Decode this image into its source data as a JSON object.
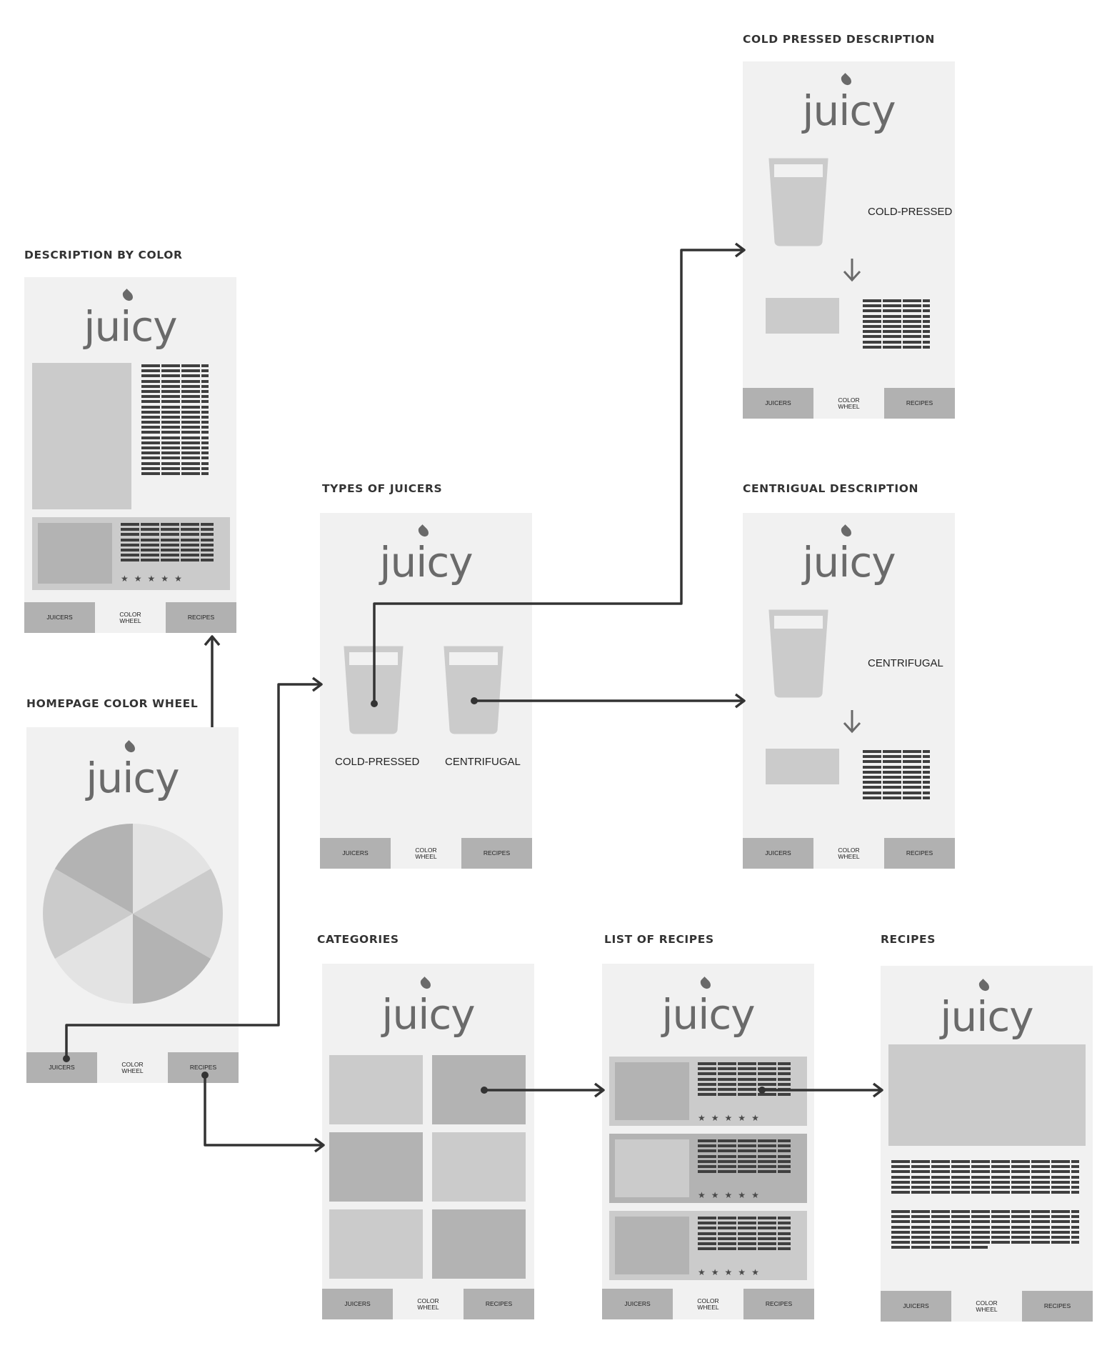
{
  "titles": {
    "description_by_color": "DESCRIPTION BY COLOR",
    "homepage_color_wheel": "HOMEPAGE COLOR WHEEL",
    "types_of_juicers": "TYPES OF JUICERS",
    "cold_pressed_description": "COLD PRESSED DESCRIPTION",
    "centrigual_description": "CENTRIGUAL DESCRIPTION",
    "categories": "CATEGORIES",
    "list_of_recipes": "LIST OF RECIPES",
    "recipes": "RECIPES"
  },
  "logo_text": "juicy",
  "nav": {
    "juicers": "JUICERS",
    "color_wheel": "COLOR\nWHEEL",
    "recipes": "RECIPES"
  },
  "juicer_types": {
    "cold_pressed": "COLD-PRESSED",
    "centrifugal": "CENTRIFUGAL"
  },
  "rating_stars": 5,
  "colors": {
    "screen_bg": "#f1f1f1",
    "nav_dark": "#b1b1b1",
    "placeholder_light": "#cbcbcb",
    "placeholder_dark": "#b3b3b3",
    "text_lines": "#3f3f3f",
    "connector": "#333333"
  },
  "icons": [
    "drop-icon",
    "glass-icon",
    "down-arrow-icon",
    "star-icon",
    "arrow-icon"
  ]
}
